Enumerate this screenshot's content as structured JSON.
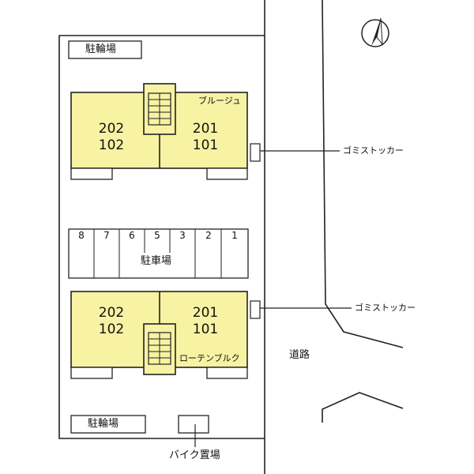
{
  "colors": {
    "building_fill": "#f7f3a3",
    "line": "#222222",
    "background": "#ffffff"
  },
  "north_icon": "north-arrow-icon",
  "bike_parking": {
    "top_label": "駐輪場",
    "bottom_label": "駐輪場"
  },
  "motorbike_parking_label": "バイク置場",
  "building_north": {
    "name": "ブルージュ",
    "left_units": [
      "202",
      "102"
    ],
    "right_units": [
      "201",
      "101"
    ]
  },
  "building_south": {
    "name": "ローテンブルク",
    "left_units": [
      "202",
      "102"
    ],
    "right_units": [
      "201",
      "101"
    ]
  },
  "car_parking": {
    "label": "駐車場",
    "space_numbers": [
      "8",
      "7",
      "6",
      "5",
      "3",
      "2",
      "1"
    ]
  },
  "garbage_station_labels": [
    "ゴミストッカー",
    "ゴミストッカー"
  ],
  "road_label": "道路"
}
